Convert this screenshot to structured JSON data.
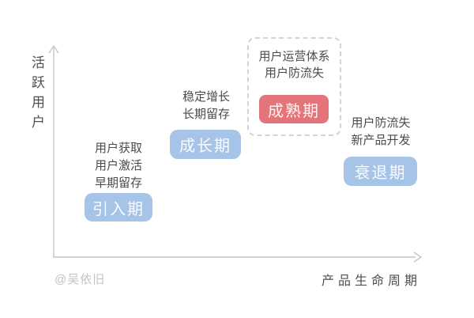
{
  "axes": {
    "y_label": "活跃用户",
    "x_label": "产品生命周期"
  },
  "watermark": "@吴依旧",
  "colors": {
    "stage_blue": "#a6c3e8",
    "stage_red": "#e5737a",
    "axis_gray": "#c6c6c6",
    "note_text": "#4b4b4b",
    "watermark_gray": "#c3c3c3",
    "dashed_border": "#d4d4d4"
  },
  "stages": [
    {
      "name": "引入期",
      "notes": [
        "用户获取",
        "用户激活",
        "早期留存"
      ]
    },
    {
      "name": "成长期",
      "notes": [
        "稳定增长",
        "长期留存"
      ]
    },
    {
      "name": "成熟期",
      "notes": [
        "用户运营体系",
        "用户防流失"
      ],
      "highlighted": true
    },
    {
      "name": "衰退期",
      "notes": [
        "用户防流失",
        "新产品开发"
      ]
    }
  ]
}
